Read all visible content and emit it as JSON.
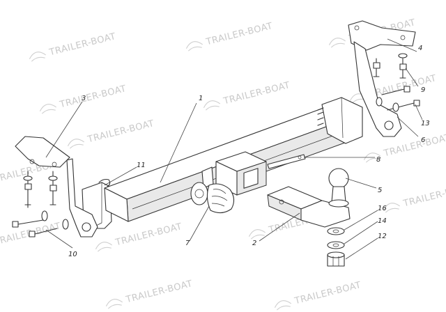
{
  "watermark": {
    "text": "TRAILER-BOAT"
  },
  "callouts": {
    "c1": "1",
    "c2": "2",
    "c3": "3",
    "c4": "4",
    "c5": "5",
    "c6": "6",
    "c7": "7",
    "c8": "8",
    "c9": "9",
    "c10": "10",
    "c11": "11",
    "c12": "12",
    "c13": "13",
    "c14": "14",
    "c16": "16"
  }
}
